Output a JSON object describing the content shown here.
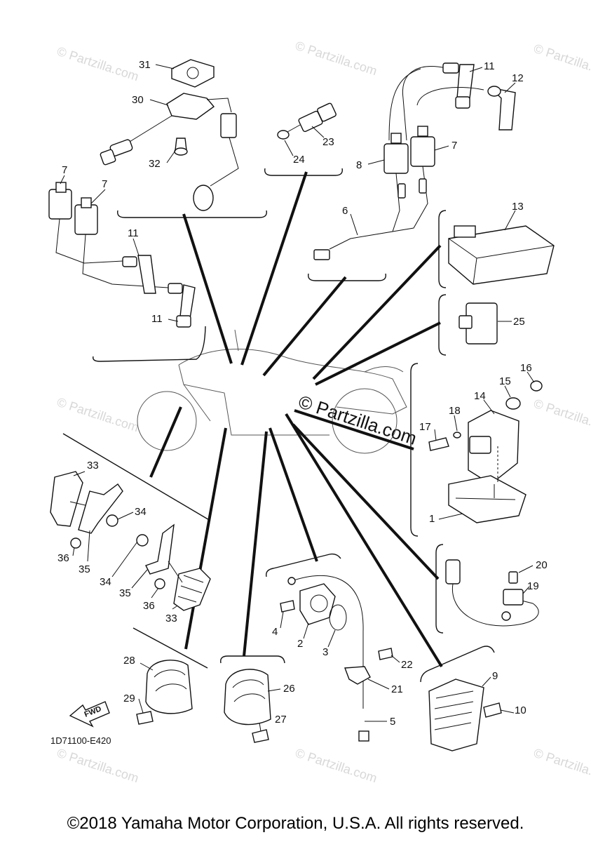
{
  "watermark": {
    "text": "© Partzilla.com"
  },
  "diagram_code": "1D71100-E420",
  "fwd_label": "FWD",
  "copyright": "©2018 Yamaha Motor Corporation, U.S.A. All rights reserved.",
  "callouts": [
    "31",
    "30",
    "32",
    "23",
    "24",
    "11",
    "12",
    "7",
    "8",
    "6",
    "7",
    "7",
    "11",
    "11",
    "13",
    "25",
    "16",
    "15",
    "14",
    "18",
    "17",
    "1",
    "33",
    "34",
    "36",
    "35",
    "34",
    "35",
    "36",
    "33",
    "20",
    "19",
    "4",
    "2",
    "3",
    "22",
    "21",
    "5",
    "28",
    "29",
    "26",
    "27",
    "9",
    "10"
  ]
}
